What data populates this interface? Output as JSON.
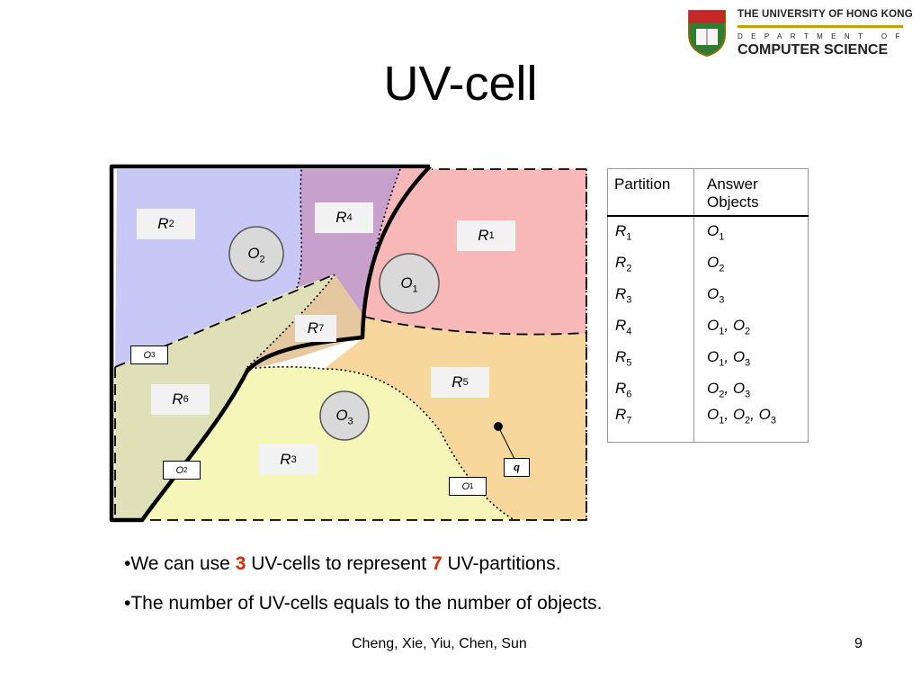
{
  "slide": {
    "title": "UV-cell",
    "footer_authors": "Cheng, Xie, Yiu, Chen, Sun",
    "page_number": "9"
  },
  "logo": {
    "line1": "THE UNIVERSITY OF HONG KONG",
    "line2": "DEPARTMENT OF",
    "line3": "COMPUTER SCIENCE"
  },
  "diagram": {
    "region_labels": [
      {
        "id": "R2",
        "base": "R",
        "sub": "2"
      },
      {
        "id": "R4",
        "base": "R",
        "sub": "4"
      },
      {
        "id": "R1",
        "base": "R",
        "sub": "1"
      },
      {
        "id": "R7",
        "base": "R",
        "sub": "7"
      },
      {
        "id": "R5",
        "base": "R",
        "sub": "5"
      },
      {
        "id": "R6",
        "base": "R",
        "sub": "6"
      },
      {
        "id": "R3",
        "base": "R",
        "sub": "3"
      }
    ],
    "objects": [
      {
        "id": "O2",
        "base": "O",
        "sub": "2"
      },
      {
        "id": "O1",
        "base": "O",
        "sub": "1"
      },
      {
        "id": "O3",
        "base": "O",
        "sub": "3"
      }
    ],
    "cell_tags": [
      {
        "id": "O3",
        "base": "O",
        "sub": "3"
      },
      {
        "id": "O2",
        "base": "O",
        "sub": "2"
      },
      {
        "id": "O1",
        "base": "O",
        "sub": "1"
      }
    ],
    "query_label": "q",
    "colors": {
      "R1": "#f8b8b8",
      "R2": "#c8c8f6",
      "R3": "#f6f6b8",
      "R4": "#c8a0cc",
      "R5": "#f8d79c",
      "R6": "#dfdfb8",
      "R7": "#e6c8a0"
    }
  },
  "table": {
    "headers": [
      "Partition",
      "Answer Objects"
    ],
    "rows": [
      {
        "p": "R",
        "ps": "1",
        "a": "O",
        "as": "1",
        "rest": []
      },
      {
        "p": "R",
        "ps": "2",
        "a": "O",
        "as": "2",
        "rest": []
      },
      {
        "p": "R",
        "ps": "3",
        "a": "O",
        "as": "3",
        "rest": []
      },
      {
        "p": "R",
        "ps": "4",
        "a": "O",
        "as": "1",
        "rest": [
          "O2"
        ]
      },
      {
        "p": "R",
        "ps": "5",
        "a": "O",
        "as": "1",
        "rest": [
          "O3"
        ]
      },
      {
        "p": "R",
        "ps": "6",
        "a": "O",
        "as": "2",
        "rest": [
          "O3"
        ]
      },
      {
        "p": "R",
        "ps": "7",
        "a": "O",
        "as": "1",
        "rest": [
          "O2",
          "O3"
        ]
      }
    ]
  },
  "bullets": [
    {
      "pre": "•We can use ",
      "n1": "3",
      "mid": " UV-cells to represent ",
      "n2": "7",
      "post": " UV-partitions."
    },
    {
      "text": "•The number of UV-cells equals to the number of objects."
    }
  ]
}
